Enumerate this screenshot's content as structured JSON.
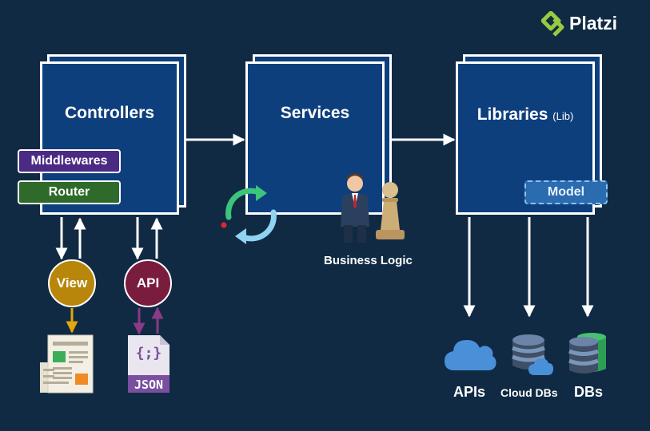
{
  "brand": {
    "name": "Platzi",
    "logo_icon": "platzi-logo-icon",
    "accent": "#98ca3f"
  },
  "controllers": {
    "title": "Controllers",
    "middlewares_label": "Middlewares",
    "router_label": "Router"
  },
  "services": {
    "title": "Services"
  },
  "libraries": {
    "title": "Libraries",
    "title_suffix": "(Lib)",
    "model_label": "Model"
  },
  "view": {
    "label": "View",
    "output_icon": "newspaper-document-icon"
  },
  "api": {
    "label": "API",
    "output_icon": "json-file-icon",
    "json_text": "JSON",
    "braces_text": "{;}"
  },
  "business_logic": {
    "label": "Business Logic",
    "icon": "businessman-chess-pawn-icon"
  },
  "targets": [
    {
      "label": "APIs",
      "icon": "cloud-icon"
    },
    {
      "label": "Cloud DBs",
      "icon": "cloud-database-icon"
    },
    {
      "label": "DBs",
      "icon": "database-stack-icon"
    }
  ],
  "colors": {
    "background": "#102a43",
    "box_fill": "#0e3f7d",
    "middlewares": "#4b2a84",
    "router": "#2e6b2a",
    "view": "#b8860b",
    "api": "#7a1c3e",
    "model": "#2b6cb0",
    "refresh_green": "#3cc47c",
    "refresh_blue": "#8fd3f0"
  }
}
